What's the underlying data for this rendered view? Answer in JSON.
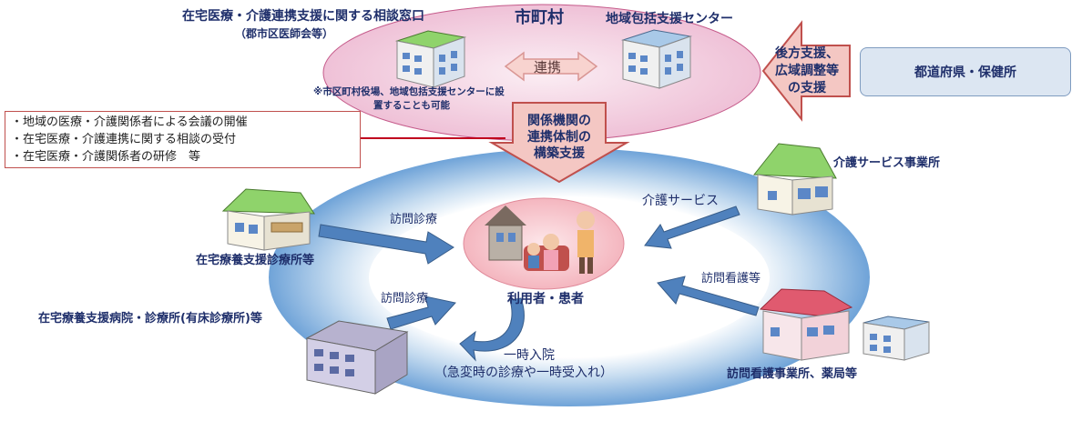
{
  "city": {
    "title": "市町村",
    "consultation_window": "在宅医療・介護連携支援に関する相談窓口",
    "consultation_sub": "（郡市区医師会等）",
    "center": "地域包括支援センター",
    "link_label": "連携",
    "note_line1": "※市区町村役場、地域包括支援センターに設",
    "note_line2": "置することも可能"
  },
  "support_arrow": {
    "line1": "後方支援、",
    "line2": "広域調整等",
    "line3": "の支援"
  },
  "prefecture": "都道府県・保健所",
  "activities": [
    "・地域の医療・介護関係者による会議の開催",
    "・在宅医療・介護連携に関する相談の受付",
    "・在宅医療・介護関係者の研修　等"
  ],
  "coordination_arrow": {
    "line1": "関係機関の",
    "line2": "連携体制の",
    "line3": "構築支援"
  },
  "patient": "利用者・患者",
  "providers": {
    "home_clinic": "在宅療養支援診療所等",
    "hospital": "在宅療養支援病院・診療所(有床診療所)等",
    "care_service": "介護サービス事業所",
    "visiting_nursing": "訪問看護事業所、薬局等"
  },
  "flows": {
    "visit_medical_1": "訪問診療",
    "visit_medical_2": "訪問診療",
    "care_service": "介護サービス",
    "visit_nursing": "訪問看護等",
    "admission": "一時入院",
    "admission_sub": "（急変時の診療や一時受入れ）"
  },
  "colors": {
    "city_ellipse": "#f2c9dc",
    "ring": "#9dc3e6",
    "arrow_blue": "#4f81bd",
    "arrow_pink": "#e6a3a3",
    "navy": "#1f2f6b",
    "red_border": "#c0504d"
  }
}
